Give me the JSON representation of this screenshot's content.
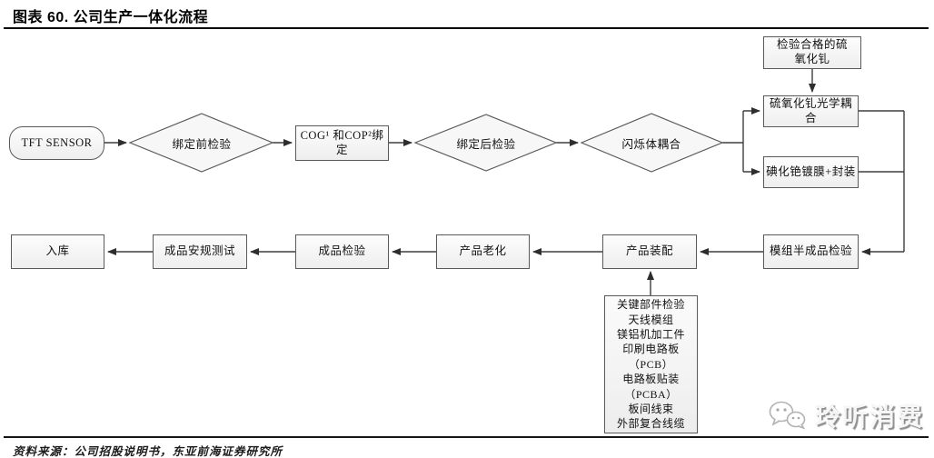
{
  "figure": {
    "title": "图表 60. 公司生产一体化流程",
    "source": "资料来源：公司招股说明书，东亚前海证券研究所"
  },
  "watermark": {
    "text": "玲听消费",
    "icon": "wechat-icon"
  },
  "flow": {
    "nodes": {
      "tft_sensor": "TFT SENSOR",
      "pre_bind_check": "绑定前检验",
      "cog_cop_bind": "COG¹ 和COP²绑定",
      "post_bind_check": "绑定后检验",
      "scintillator_coupling": "闪烁体耦合",
      "qualified_gos": "检验合格的硫氧化钆",
      "gos_optical_coupling": "硫氧化钆光学耦合",
      "csi_coating_packaging": "碘化铯镀膜+封装",
      "module_semi_finished_check": "模组半成品检验",
      "product_assembly": "产品装配",
      "product_aging": "产品老化",
      "finished_product_inspection": "成品检验",
      "finished_safety_test": "成品安规测试",
      "warehousing": "入库"
    },
    "parts_list": [
      "关键部件检验",
      "天线模组",
      "镁铝机加工件",
      "印刷电路板",
      "（PCB）",
      "电路板贴装",
      "（PCBA）",
      "板间线束",
      "外部复合线缆"
    ],
    "colors": {
      "box_border": "#5a5a5a",
      "box_fill": "#f2f2f2",
      "line": "#3f3f3f"
    }
  }
}
